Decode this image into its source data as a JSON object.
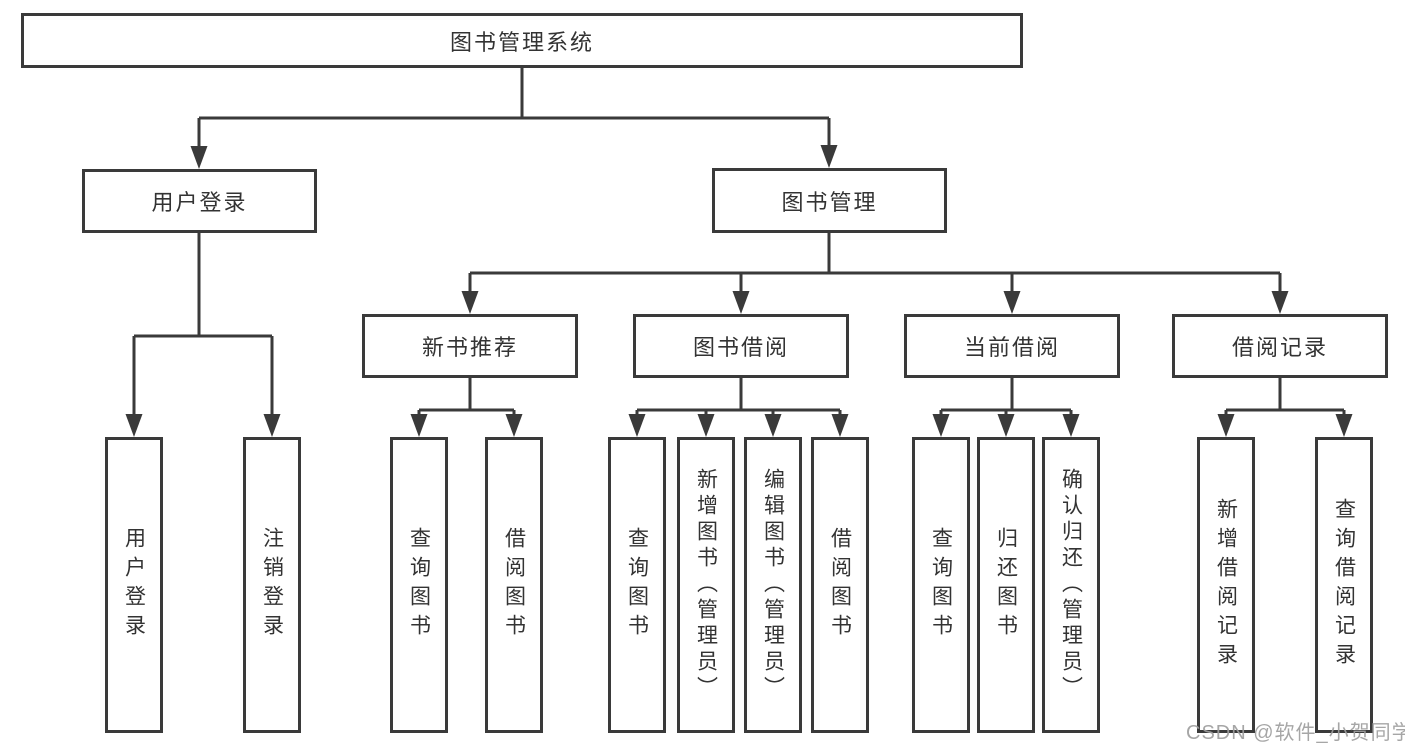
{
  "diagram": {
    "type": "hierarchy-tree",
    "nodes": {
      "root": "图书管理系统",
      "user_login": "用户登录",
      "book_mgmt": "图书管理",
      "new_book_rec": "新书推荐",
      "book_borrow": "图书借阅",
      "current_borrow": "当前借阅",
      "borrow_records": "借阅记录",
      "ul_user_login": "用户登录",
      "ul_logout": "注销登录",
      "nbr_query_books": "查询图书",
      "nbr_borrow_books": "借阅图书",
      "bb_query_books": "查询图书",
      "bb_add_books": "新增图书（管理员）",
      "bb_edit_books": "编辑图书（管理员）",
      "bb_borrow_books": "借阅图书",
      "cb_query_books": "查询图书",
      "cb_return_books": "归还图书",
      "cb_confirm_return": "确认归还（管理员）",
      "br_add_record": "新增借阅记录",
      "br_query_record": "查询借阅记录"
    },
    "edges": [
      [
        "root",
        "user_login"
      ],
      [
        "root",
        "book_mgmt"
      ],
      [
        "user_login",
        "ul_user_login"
      ],
      [
        "user_login",
        "ul_logout"
      ],
      [
        "book_mgmt",
        "new_book_rec"
      ],
      [
        "book_mgmt",
        "book_borrow"
      ],
      [
        "book_mgmt",
        "current_borrow"
      ],
      [
        "book_mgmt",
        "borrow_records"
      ],
      [
        "new_book_rec",
        "nbr_query_books"
      ],
      [
        "new_book_rec",
        "nbr_borrow_books"
      ],
      [
        "book_borrow",
        "bb_query_books"
      ],
      [
        "book_borrow",
        "bb_add_books"
      ],
      [
        "book_borrow",
        "bb_edit_books"
      ],
      [
        "book_borrow",
        "bb_borrow_books"
      ],
      [
        "current_borrow",
        "cb_query_books"
      ],
      [
        "current_borrow",
        "cb_return_books"
      ],
      [
        "current_borrow",
        "cb_confirm_return"
      ],
      [
        "borrow_records",
        "br_add_record"
      ],
      [
        "borrow_records",
        "br_query_record"
      ]
    ]
  },
  "colors": {
    "line": "#3a3a3a",
    "text": "#333333",
    "background": "#ffffff",
    "watermark": "#9e9e9e"
  },
  "watermark": "CSDN @软件_小贺同学"
}
